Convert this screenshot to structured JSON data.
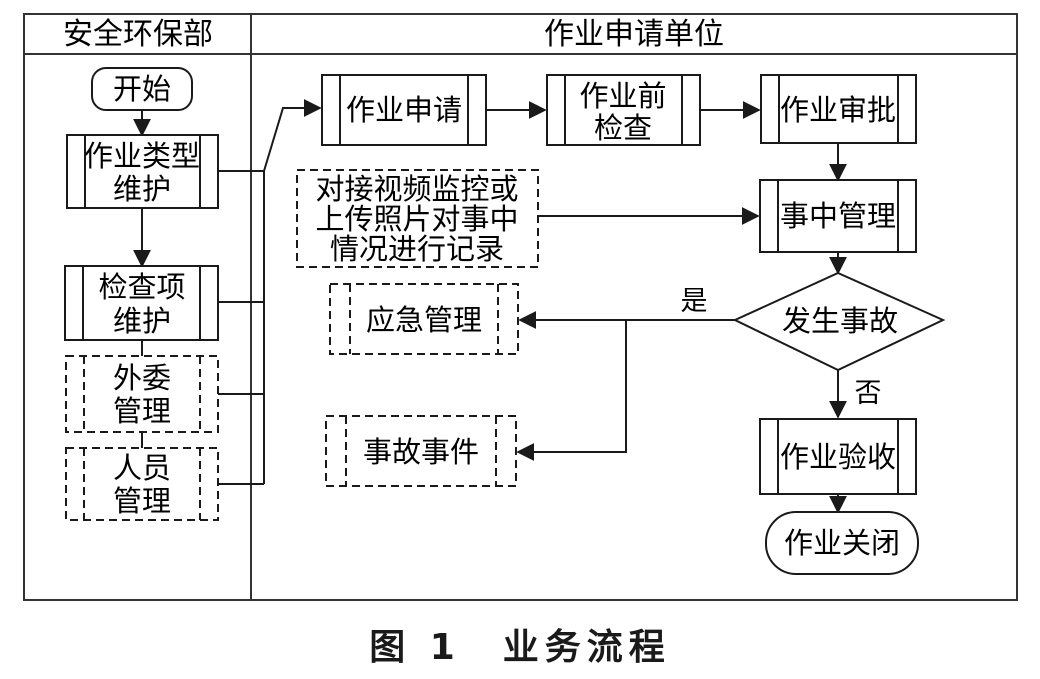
{
  "lanes": {
    "left_title": "安全环保部",
    "right_title": "作业申请单位"
  },
  "nodes": {
    "start": "开始",
    "work_type": [
      "作业类型",
      "维护"
    ],
    "check_item": [
      "检查项",
      "维护"
    ],
    "outsource": [
      "外委",
      "管理"
    ],
    "personnel": [
      "人员",
      "管理"
    ],
    "apply": "作业申请",
    "pre_check": [
      "作业前",
      "检查"
    ],
    "approve": "作业审批",
    "record_note": [
      "对接视频监控或",
      "上传照片对事中",
      "情况进行记录"
    ],
    "in_process": "事中管理",
    "accident_decision": "发生事故",
    "emergency": "应急管理",
    "incident": "事故事件",
    "acceptance": "作业验收",
    "close": "作业关闭"
  },
  "edge_labels": {
    "yes": "是",
    "no": "否"
  },
  "caption": "图 1　业务流程"
}
